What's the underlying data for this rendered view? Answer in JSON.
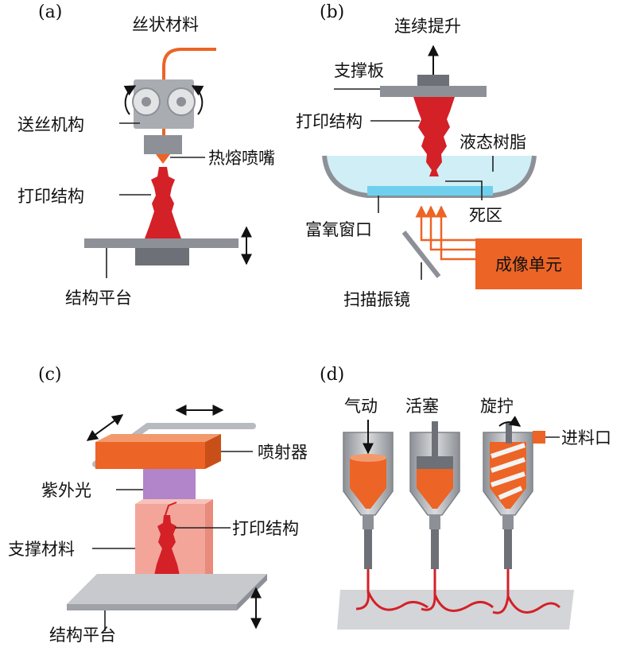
{
  "panels": {
    "a": {
      "tag": "(a)",
      "filament": "丝状材料",
      "feeder": "送丝机构",
      "nozzle": "热熔喷嘴",
      "printed": "打印结构",
      "platform": "结构平台"
    },
    "b": {
      "tag": "(b)",
      "lift": "连续提升",
      "support_plate": "支撑板",
      "printed": "打印结构",
      "resin": "液态树脂",
      "dead_zone": "死区",
      "window": "富氧窗口",
      "imaging_unit": "成像单元",
      "galvo": "扫描振镜"
    },
    "c": {
      "tag": "(c)",
      "jetter": "喷射器",
      "uv": "紫外光",
      "printed": "打印结构",
      "support": "支撑材料",
      "platform": "结构平台"
    },
    "d": {
      "tag": "(d)",
      "pneumatic": "气动",
      "piston": "活塞",
      "screw": "旋拧",
      "feed_port": "进料口"
    }
  },
  "colors": {
    "printed_red": "#d42027",
    "accent_orange": "#ec6426",
    "resin_blue": "#cfeef6",
    "dead_zone_blue": "#6fd0ee",
    "uv_purple": "#a56fbf",
    "support_pink": "#f3a59a",
    "metal_grey": "#8d9096"
  }
}
